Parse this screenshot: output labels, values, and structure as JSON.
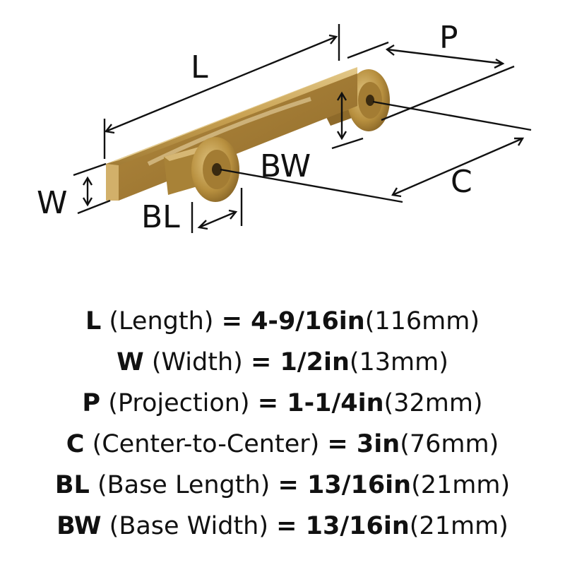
{
  "diagram": {
    "labels": {
      "L": "L",
      "P": "P",
      "W": "W",
      "BW": "BW",
      "BL": "BL",
      "C": "C"
    },
    "colors": {
      "brass_base": "#c9a253",
      "brass_light": "#e0c480",
      "brass_dark": "#8e6a2a",
      "line": "#111111"
    }
  },
  "specs": [
    {
      "key": "L",
      "name": " (Length) ",
      "eq": "= ",
      "imperial": "4-9/16in",
      "metric": "(116mm)"
    },
    {
      "key": "W",
      "name": " (Width) ",
      "eq": "= ",
      "imperial": "1/2in",
      "metric": "(13mm)"
    },
    {
      "key": "P",
      "name": " (Projection) ",
      "eq": "= ",
      "imperial": "1-1/4in",
      "metric": "(32mm)"
    },
    {
      "key": "C",
      "name": " (Center-to-Center) ",
      "eq": "= ",
      "imperial": "3in",
      "metric": "(76mm)"
    },
    {
      "key": "BL",
      "name": " (Base Length) ",
      "eq": "= ",
      "imperial": "13/16in",
      "metric": "(21mm)"
    },
    {
      "key": "BW",
      "name": " (Base Width) ",
      "eq": "= ",
      "imperial": "13/16in",
      "metric": "(21mm)"
    }
  ]
}
